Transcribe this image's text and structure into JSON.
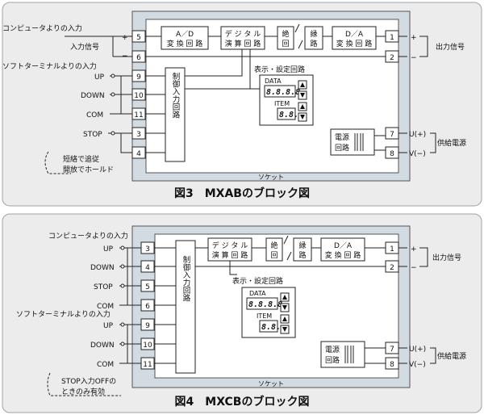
{
  "diagram_data": {
    "fig3": {
      "caption": "図3　MXABのブロック図",
      "socket": "ソケット",
      "inputs": {
        "computer": "コンピュータよりの入力",
        "signal": "入力信号",
        "soft": "ソフトターミナルよりの入力",
        "note1": "短絡で追従",
        "note2": "開放でホールド"
      },
      "plus": "+",
      "minus": "−",
      "terminals_left": [
        {
          "num": "5",
          "label": ""
        },
        {
          "num": "6",
          "label": ""
        },
        {
          "num": "9",
          "label": "UP"
        },
        {
          "num": "10",
          "label": "DOWN"
        },
        {
          "num": "11",
          "label": "COM"
        },
        {
          "num": "3",
          "label": "STOP"
        },
        {
          "num": "4",
          "label": ""
        }
      ],
      "terminals_right": [
        {
          "num": "1",
          "label": "+"
        },
        {
          "num": "2",
          "label": "−"
        },
        {
          "num": "7",
          "label": "U(+)"
        },
        {
          "num": "8",
          "label": "V(−)"
        }
      ],
      "blocks": {
        "ad": [
          "A／D",
          "変 換 回 路"
        ],
        "digital": [
          "デ ジ タ ル",
          "演 算 回 路"
        ],
        "isolation1": [
          "絶",
          "回"
        ],
        "isolation2": [
          "縁",
          "路"
        ],
        "da": [
          "D／A",
          "変 換 回 路"
        ],
        "control": "制御入力回路",
        "power": [
          "電源",
          "回路"
        ]
      },
      "display": {
        "title": "表示・設定回路",
        "data_label": "DATA",
        "data_value": "8.8.8.8.",
        "item_label": "ITEM",
        "item_value": "8.8."
      },
      "right_labels": {
        "output": "出力信号",
        "power": "供給電源"
      }
    },
    "fig4": {
      "caption": "図4　MXCBのブロック図",
      "socket": "ソケット",
      "inputs": {
        "computer": "コンピュータよりの入力",
        "soft": "ソフトターミナルよりの入力",
        "note1": "STOP入力OFFの",
        "note2": "ときのみ有効"
      },
      "terminals_left": [
        {
          "num": "3",
          "label": "UP"
        },
        {
          "num": "4",
          "label": "DOWN"
        },
        {
          "num": "5",
          "label": "STOP"
        },
        {
          "num": "6",
          "label": "COM"
        },
        {
          "num": "9",
          "label": "UP"
        },
        {
          "num": "10",
          "label": "DOWN"
        },
        {
          "num": "11",
          "label": "COM"
        }
      ],
      "terminals_right": [
        {
          "num": "1",
          "label": "+"
        },
        {
          "num": "2",
          "label": "−"
        },
        {
          "num": "7",
          "label": "U(+)"
        },
        {
          "num": "8",
          "label": "V(−)"
        }
      ],
      "blocks": {
        "digital": [
          "デ ジ タ ル",
          "演 算 回 路"
        ],
        "isolation1": [
          "絶",
          "回"
        ],
        "isolation2": [
          "縁",
          "路"
        ],
        "da": [
          "D／A",
          "変 換 回 路"
        ],
        "control": "制御入力回路",
        "power": [
          "電源",
          "回路"
        ]
      },
      "display": {
        "title": "表示・設定回路",
        "data_label": "DATA",
        "data_value": "8.8.8.8.",
        "item_label": "ITEM",
        "item_value": "8.8."
      },
      "right_labels": {
        "output": "出力信号",
        "power": "供給電源"
      }
    },
    "colors": {
      "panel_bg": "#ececec",
      "module_bg": "#d2dbe2",
      "border": "#9aa3a8",
      "line": "#222222"
    }
  }
}
